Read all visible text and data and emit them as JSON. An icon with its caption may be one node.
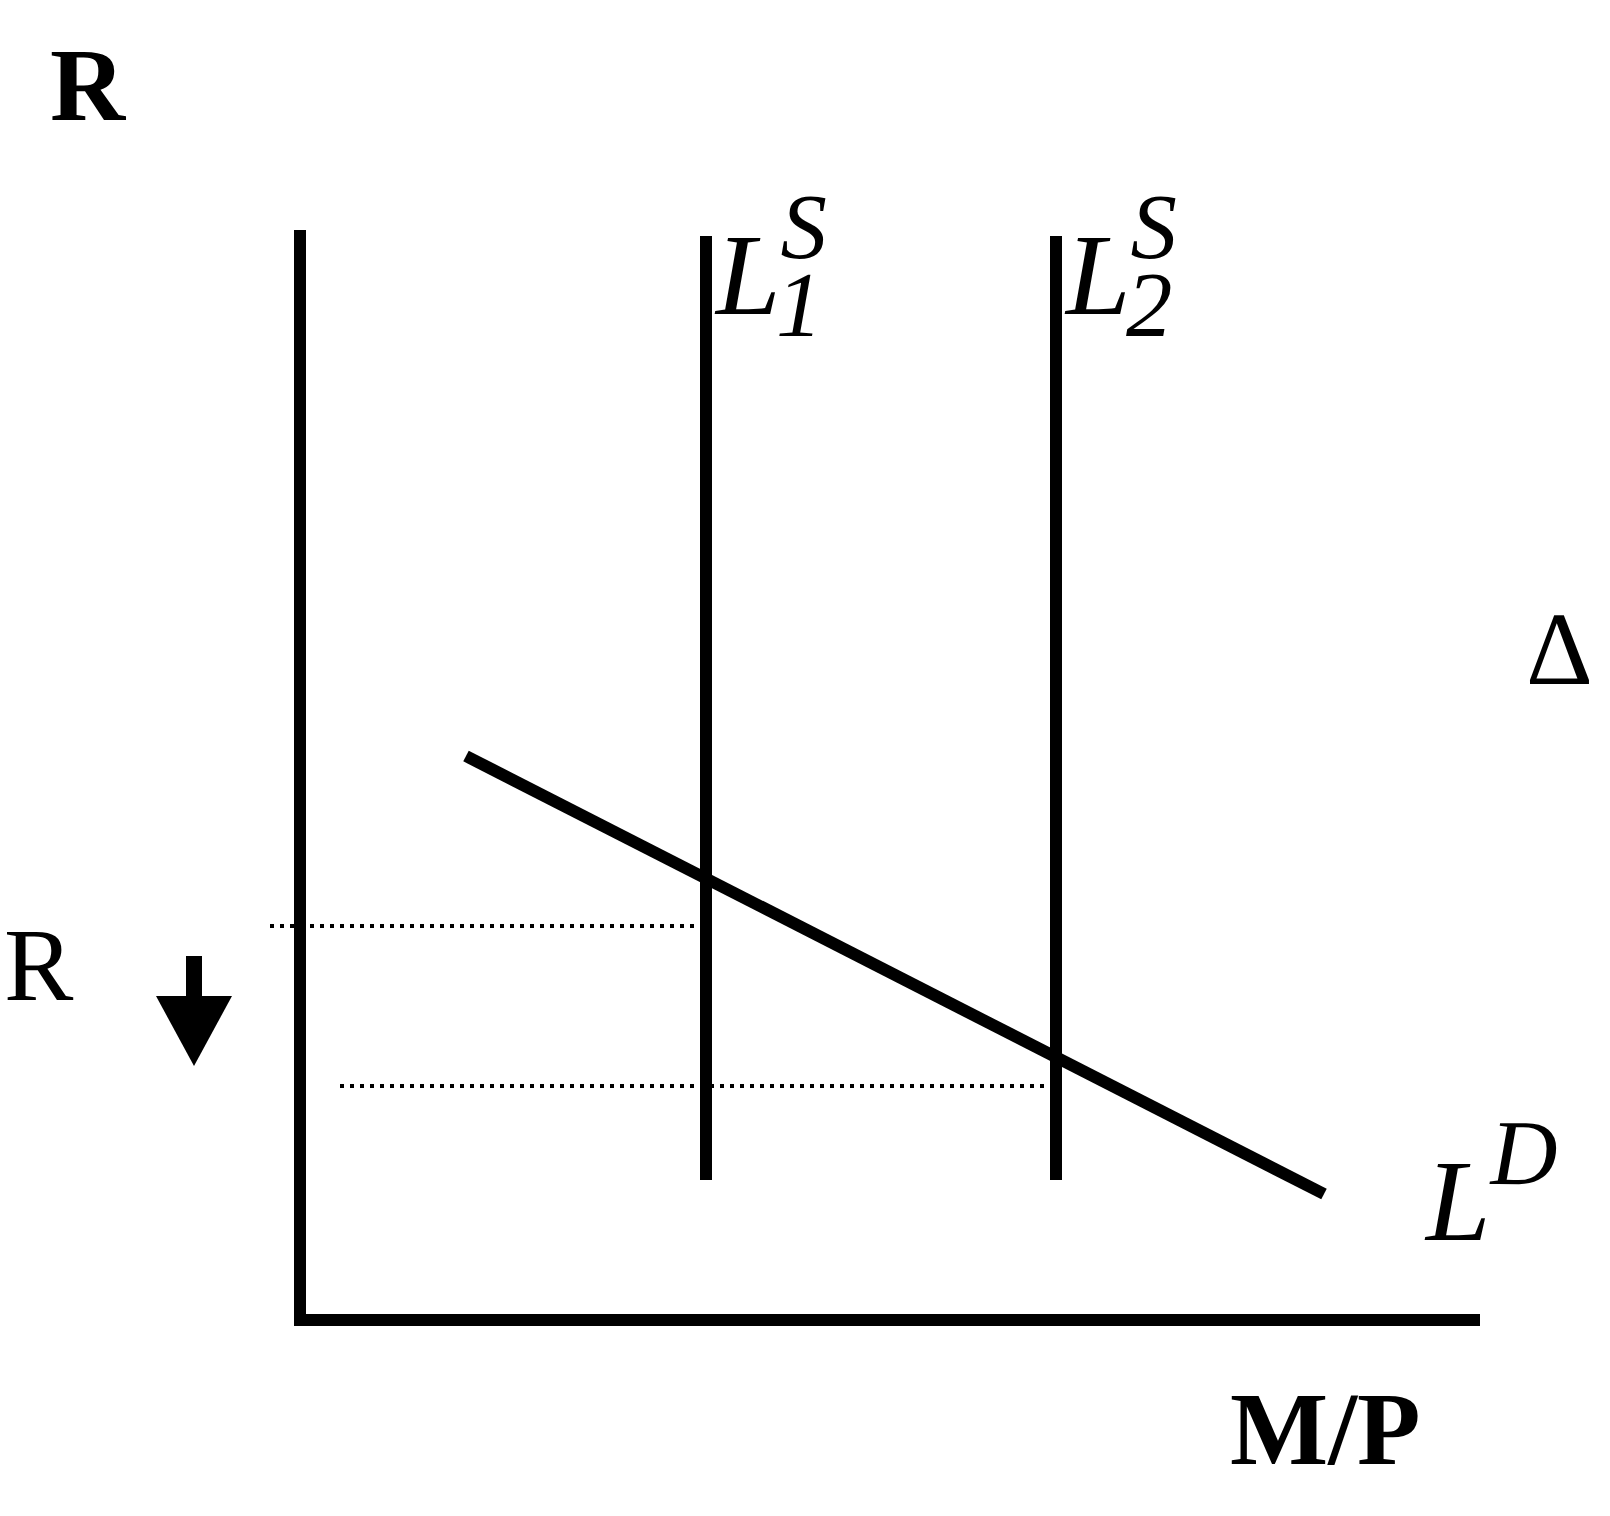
{
  "diagram": {
    "labels": [
      "R",
      "L$^{S}$$_{1}$",
      "L$^{S}$$_{2}$",
      "Δ",
      "R",
      "L$^{D}$",
      "M/P"
    ]
  }
}
